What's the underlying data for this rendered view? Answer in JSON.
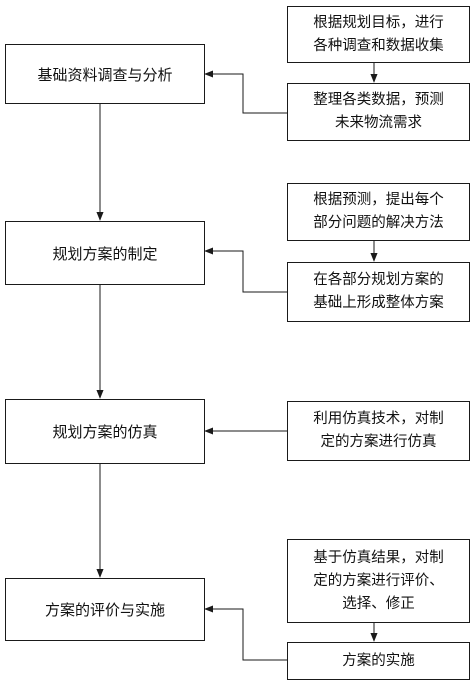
{
  "main_steps": [
    "基础资料调查与分析",
    "规划方案的制定",
    "规划方案的仿真",
    "方案的评价与实施"
  ],
  "side_notes": {
    "step1_a": "根据规划目标，进行\n各种调查和数据收集",
    "step1_b": "整理各类数据，预测\n未来物流需求",
    "step2_a": "根据预测，提出每个\n部分问题的解决方法",
    "step2_b": "在各部分规划方案的\n基础上形成整体方案",
    "step3_a": "利用仿真技术，对制\n定的方案进行仿真",
    "step4_a": "基于仿真结果，对制\n定的方案进行评价、\n选择、修正",
    "step4_b": "方案的实施"
  },
  "colors": {
    "line": "#1a1a1a",
    "background": "#ffffff"
  }
}
